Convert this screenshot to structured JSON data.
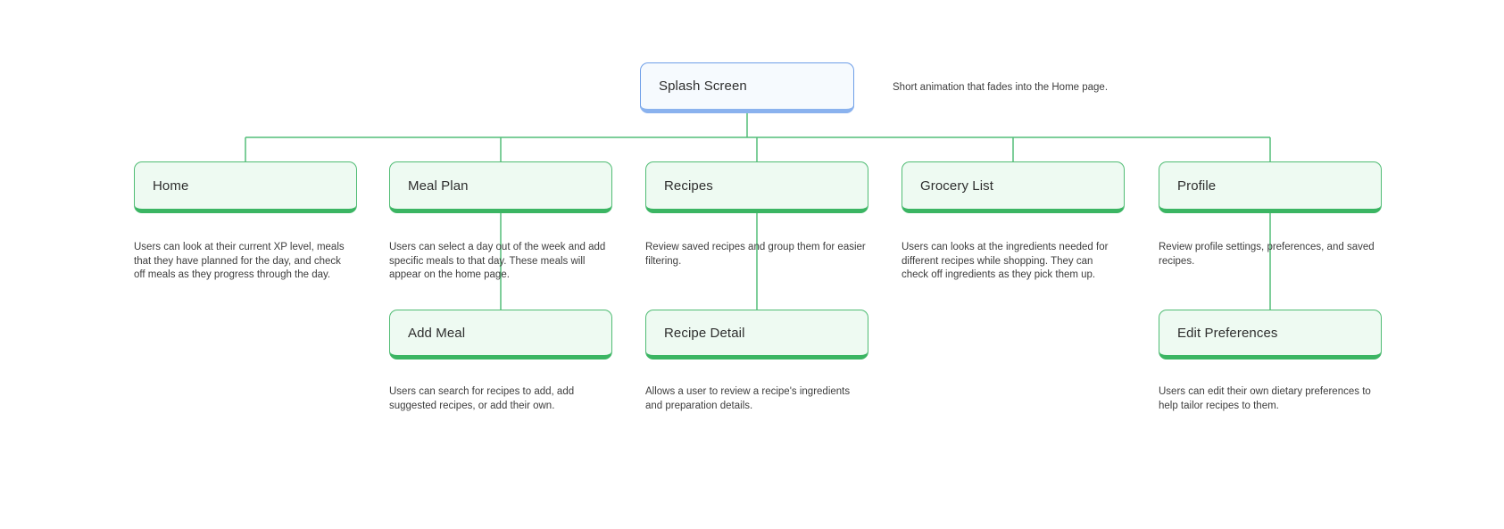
{
  "diagram": {
    "title": "App screen flow diagram",
    "colors": {
      "node_green_border": "#50bc74",
      "node_green_bottom": "#3bb563",
      "node_green_fill": "#eefaf2",
      "node_blue_border": "#6f9fe8",
      "node_blue_bottom": "#8ab2ee",
      "node_blue_fill": "#f6fafe",
      "connector_green": "#52bd79",
      "text": "#3d3d3d"
    },
    "nodes": {
      "splash": {
        "label": "Splash Screen",
        "note": "Short animation that fades into the Home page."
      },
      "home": {
        "label": "Home",
        "description": "Users can look at their current XP level, meals\nthat they have planned for the day, and check\noff meals as they progress through the day."
      },
      "meal_plan": {
        "label": "Meal Plan",
        "description": "Users can select a day out of the week and add\nspecific meals to that day. These meals will\nappear on the home page."
      },
      "recipes": {
        "label": "Recipes",
        "description": "Review saved recipes and group them for easier\nfiltering."
      },
      "grocery_list": {
        "label": "Grocery List",
        "description": "Users can looks at the ingredients needed for\ndifferent recipes while shopping. They can\ncheck off ingredients as they pick them up."
      },
      "profile": {
        "label": "Profile",
        "description": "Review profile settings, preferences, and saved\nrecipes."
      },
      "add_meal": {
        "label": "Add Meal",
        "description": "Users can search for recipes to add, add\nsuggested recipes, or add their own."
      },
      "recipe_detail": {
        "label": "Recipe Detail",
        "description": "Allows a user to review a recipe's ingredients\nand preparation details."
      },
      "edit_preferences": {
        "label": "Edit Preferences",
        "description": "Users can edit their own dietary preferences to\nhelp tailor recipes to them."
      }
    }
  }
}
